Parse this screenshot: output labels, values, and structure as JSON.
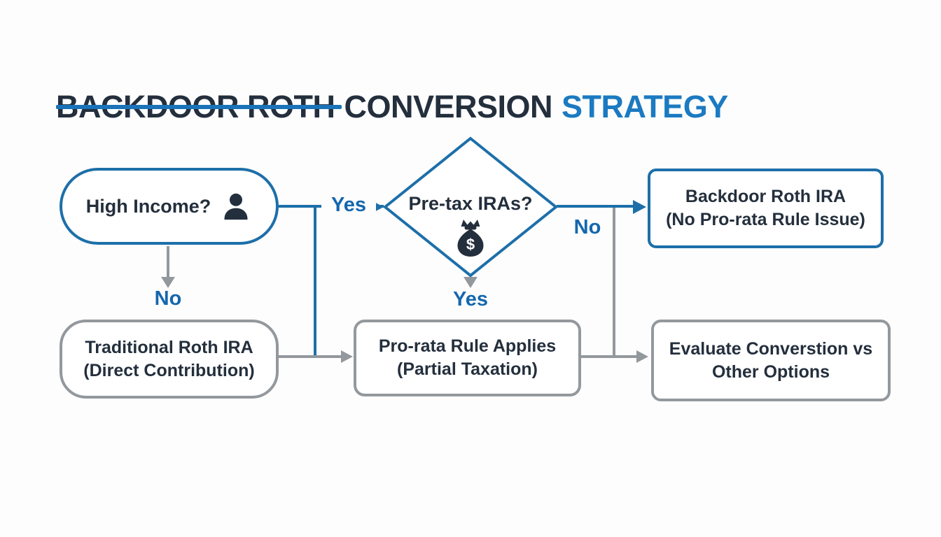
{
  "title": {
    "underlined": "BACKDOOR ROTH",
    "rest": "CONVERSION",
    "accent": "STRATEGY"
  },
  "colors": {
    "background": "#fdfdfd",
    "navy_text": "#242f3d",
    "blue_border": "#1d6fa9",
    "blue_label": "#1467ae",
    "blue_accent": "#1b7ac1",
    "blue_underline": "#1a73b8",
    "gray_line": "#93989d"
  },
  "icons": {
    "dollar": "$"
  },
  "nodes": {
    "high_income": {
      "question": "High Income?"
    },
    "pretax_iras": {
      "question": "Pre-tax IRAs?"
    },
    "traditional_roth": {
      "title": "Traditional Roth IRA",
      "subtitle": "(Direct Contribution)"
    },
    "prorata_rule": {
      "title": "Pro-rata Rule Applies",
      "subtitle": "(Partial Taxation)"
    },
    "backdoor_roth": {
      "title": "Backdoor Roth IRA",
      "subtitle": "(No Pro-rata Rule Issue)"
    },
    "evaluate": {
      "title": "Evaluate Converstion vs",
      "subtitle": "Other Options"
    }
  },
  "edges": {
    "high_income_no": "No",
    "high_income_yes": "Yes",
    "pretax_yes": "Yes",
    "pretax_no": "No"
  }
}
